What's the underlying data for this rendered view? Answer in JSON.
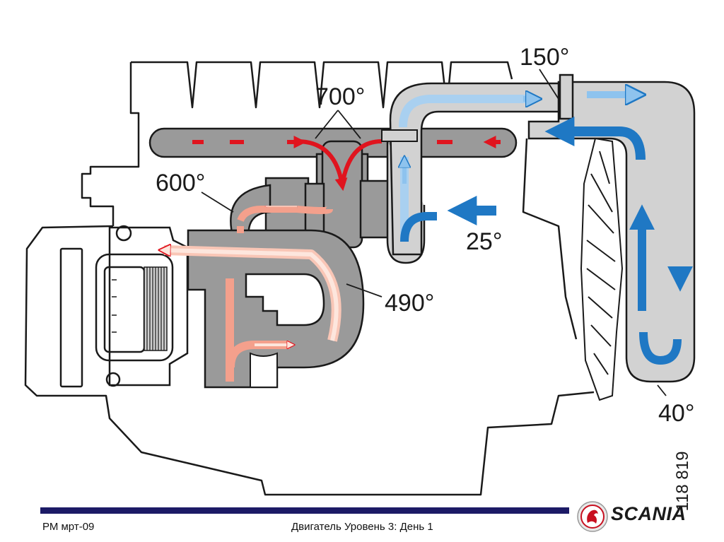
{
  "labels": {
    "temp_700": "700°",
    "temp_600": "600°",
    "temp_490": "490°",
    "temp_150": "150°",
    "temp_25": "25°",
    "temp_40": "40°"
  },
  "reference_number": "118 819",
  "footer": {
    "left_text": "РМ мрт-09",
    "center_text": "Двигатель Уровень 3: День 1",
    "logo_text": "SCANIA"
  },
  "colors": {
    "exhaust_hot": "#e0141e",
    "exhaust_warm": "#f4a08c",
    "air_cold": "#1f78c4",
    "air_light": "#a9d0f0",
    "pipe_gray": "#9a9a9a",
    "pipe_light": "#d2d2d2",
    "footer_bar": "#1c1a66"
  }
}
